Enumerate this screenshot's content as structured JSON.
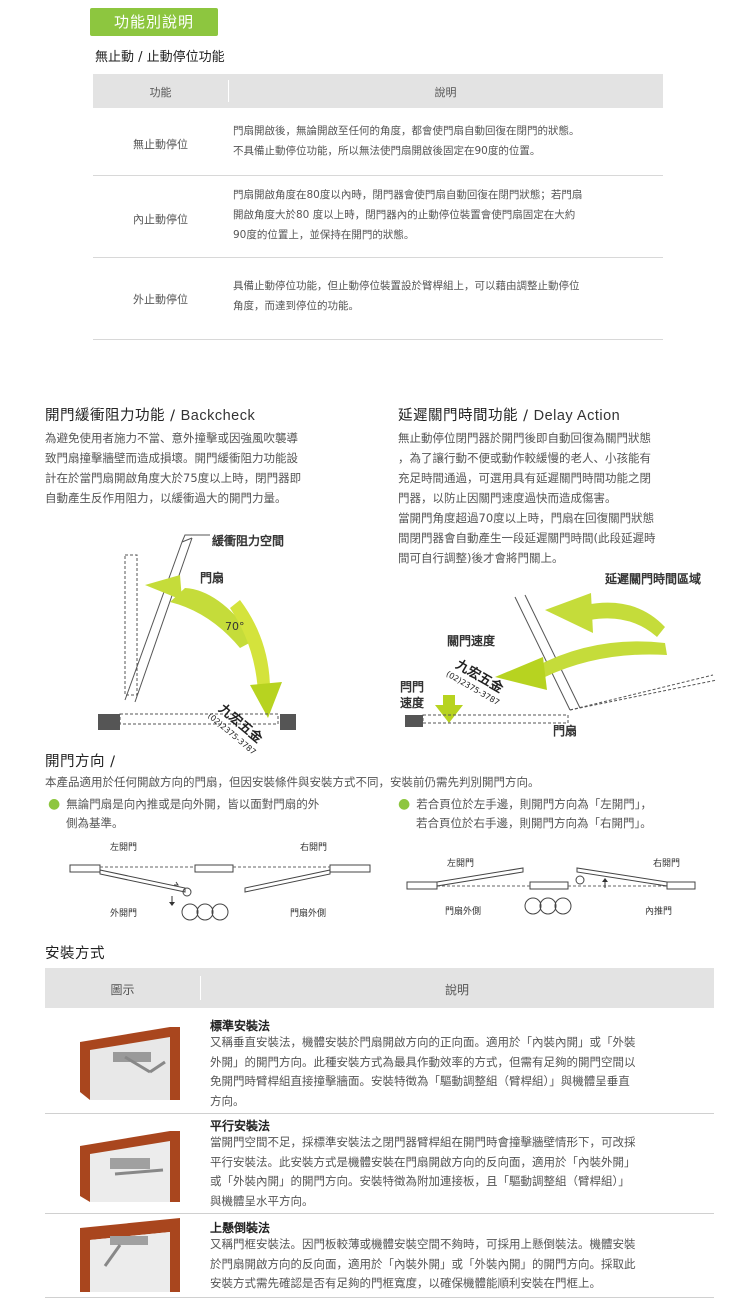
{
  "header": {
    "badge": "功能別說明",
    "subtitle": "無止動 / 止動停位功能"
  },
  "stop_table": {
    "col_function": "功能",
    "col_desc": "說明",
    "rows": [
      {
        "name": "無止動停位",
        "lines": [
          "門扇開啟後，無論開啟至任何的角度，都會使門扇自動回復在閉門的狀態。",
          "不具備止動停位功能，所以無法使門扇開啟後固定在90度的位置。"
        ]
      },
      {
        "name": "內止動停位",
        "lines": [
          "門扇開啟角度在80度以內時，閉門器會使門扇自動回復在閉門狀態；若門扇",
          "開啟角度大於80 度以上時，閉門器內的止動停位裝置會使門扇固定在大約",
          "90度的位置上，並保持在開門的狀態。"
        ]
      },
      {
        "name": "外止動停位",
        "lines": [
          "具備止動停位功能，但止動停位裝置設於臂桿組上，可以藉由調整止動停位",
          "角度，而達到停位的功能。"
        ]
      }
    ]
  },
  "backcheck": {
    "title": "開門緩衝阻力功能",
    "title_en": "Backcheck",
    "lines": [
      "為避免使用者施力不當、意外撞擊或因強風吹襲導",
      "致門扇撞擊牆壁而造成損壞。開門緩衝阻力功能設",
      "計在於當門扇開啟角度大於75度以上時，閉門器即",
      "自動產生反作用阻力，以緩衝過大的開門力量。"
    ],
    "diagram": {
      "buffer_label": "緩衝阻力空間",
      "door_label": "門扇",
      "angle_label": "70°"
    }
  },
  "delay": {
    "title": "延遲關門時間功能",
    "title_en": "Delay Action",
    "lines": [
      "無止動停位閉門器於開門後即自動回復為關門狀態",
      "，為了讓行動不便或動作較緩慢的老人、小孩能有",
      "充足時間通過，可選用具有延遲關門時間功能之閉",
      "門器，以防止因關門速度過快而造成傷害。",
      "當開門角度超過70度以上時，門扇在回復關門狀態",
      "間閉門器會自動產生一段延遲關門時間(此段延遲時",
      "間可自行調整)後才會將門關上。"
    ],
    "diagram": {
      "zone_label": "延遲關門時間區域",
      "speed_label": "關門速度",
      "latch_label_1": "閂門",
      "latch_label_2": "速度",
      "door_label": "門扇"
    }
  },
  "watermark": {
    "name": "九宏五金",
    "phone": "(02)2375-3787"
  },
  "direction": {
    "title": "開門方向 /",
    "intro": "本產品適用於任何開啟方向的門扇，但因安裝條件與安裝方式不同，安裝前仍需先判別開門方向。",
    "bullet1": [
      "無論門扇是向內推或是向外開，皆以面對門扇的外",
      "側為基準。"
    ],
    "bullet2": [
      "若合頁位於左手邊，則開門方向為「左開門」，",
      "若合頁位於右手邊，則開門方向為「右開門」。"
    ],
    "fig1": {
      "left": "左開門",
      "right": "右開門",
      "bottom_left": "外開門",
      "bottom_right": "門扇外側"
    },
    "fig2": {
      "left": "左開門",
      "right": "右開門",
      "bottom_left": "門扇外側",
      "bottom_right": "內推門"
    }
  },
  "install": {
    "title": "安裝方式",
    "col_img": "圖示",
    "col_desc": "說明",
    "rows": [
      {
        "name": "標準安裝法",
        "lines": [
          "又稱垂直安裝法，機體安裝於門扇開啟方向的正向面。適用於「內裝內開」或「外裝",
          "外開」的開門方向。此種安裝方式為最具作動效率的方式，但需有足夠的開門空間以",
          "免開門時臂桿組直接撞擊牆面。安裝特徵為「驅動調整組（臂桿組）」與機體呈垂直",
          "方向。"
        ]
      },
      {
        "name": "平行安裝法",
        "lines": [
          "當開門空間不足，採標準安裝法之閉門器臂桿組在開門時會撞擊牆壁情形下，可改採",
          "平行安裝法。此安裝方式是機體安裝在門扇開啟方向的反向面，適用於「內裝外開」",
          "或「外裝內開」的開門方向。安裝特徵為附加連接板，且「驅動調整組（臂桿組）」",
          "與機體呈水平方向。"
        ]
      },
      {
        "name": "上懸倒裝法",
        "lines": [
          "又稱門框安裝法。因門板較薄或機體安裝空間不夠時，可採用上懸倒裝法。機體安裝",
          "於門扇開啟方向的反向面，適用於「內裝外開」或「外裝內開」的開門方向。採取此",
          "安裝方式需先確認是否有足夠的門框寬度，以確保機體能順利安裝在門框上。"
        ]
      }
    ]
  }
}
